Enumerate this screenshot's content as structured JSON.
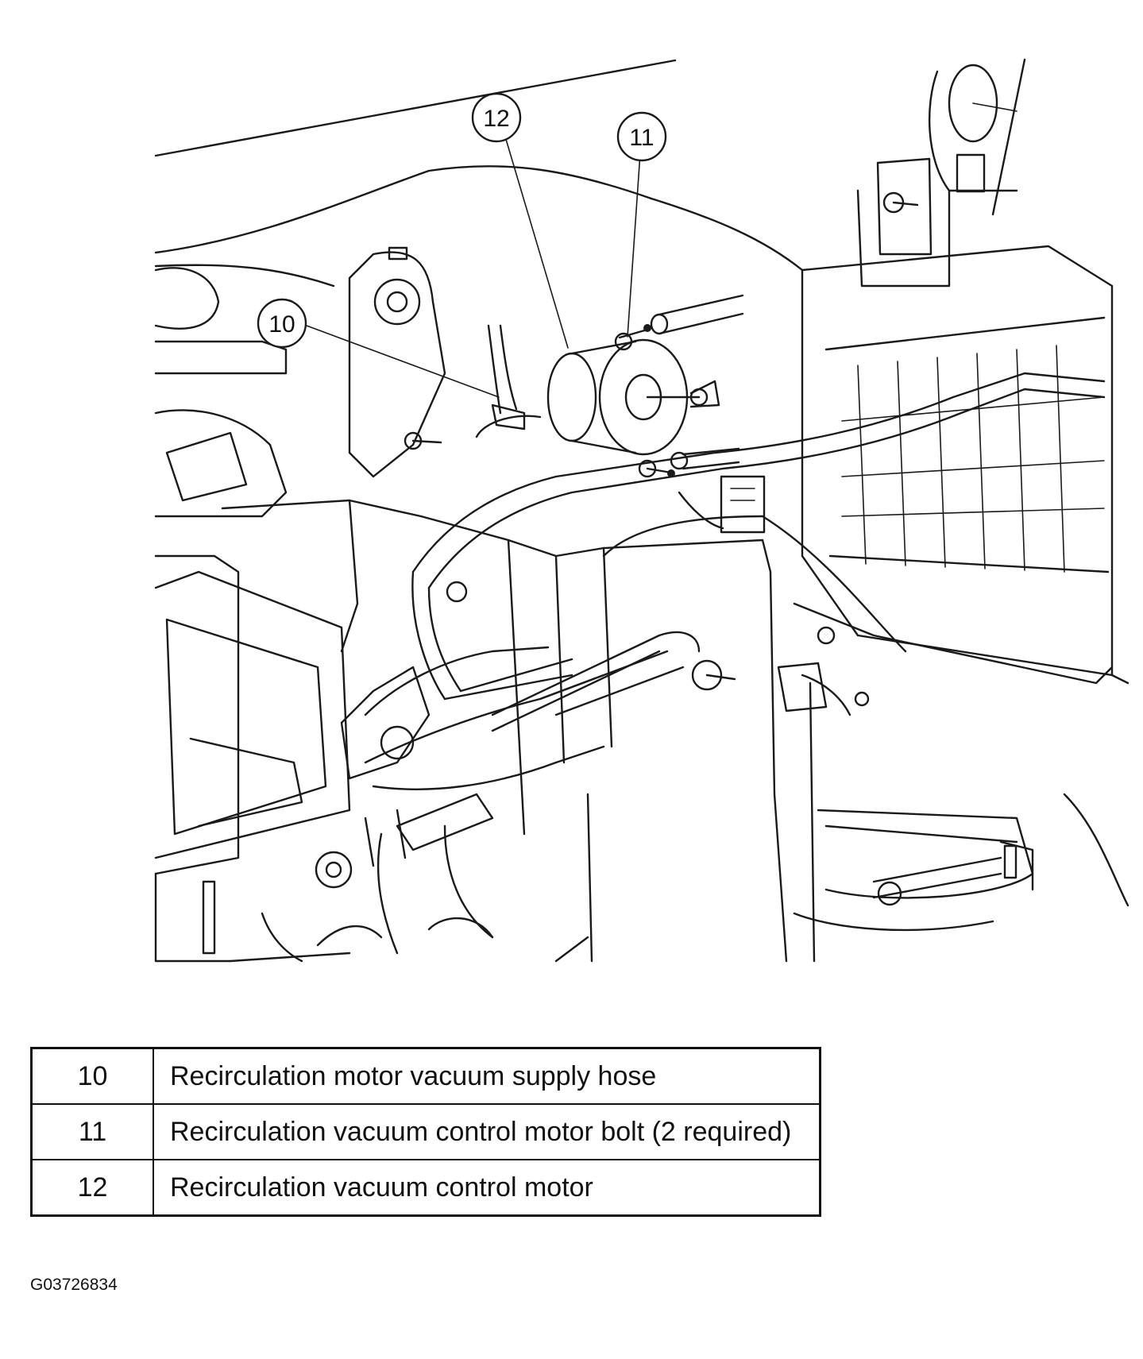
{
  "callouts": [
    {
      "number": "10"
    },
    {
      "number": "11"
    },
    {
      "number": "12"
    }
  ],
  "legend": [
    {
      "number": "10",
      "description": "Recirculation motor vacuum supply hose"
    },
    {
      "number": "11",
      "description": "Recirculation vacuum control motor bolt (2 required)"
    },
    {
      "number": "12",
      "description": "Recirculation vacuum control motor"
    }
  ],
  "figure_id": "G03726834"
}
